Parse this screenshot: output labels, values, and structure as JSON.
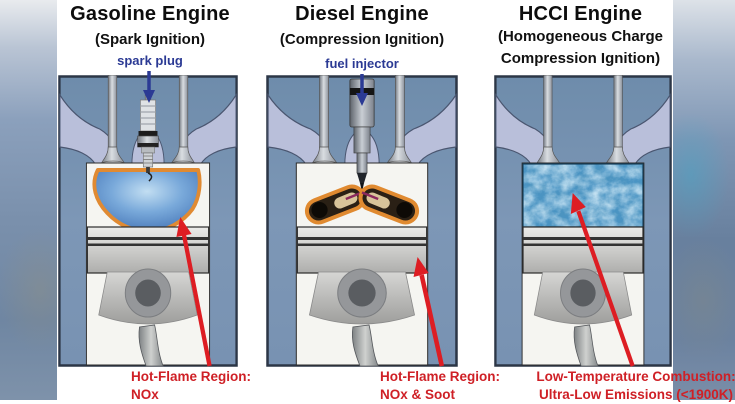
{
  "figure": {
    "description": "Comparison of combustion in three engine types"
  },
  "colors": {
    "annotation_red": "#dd1d23",
    "label_blue": "#2b3a94",
    "block_blue": "#7b96b5",
    "port_lavender": "#b9bfda",
    "flame_orange": "#e08a32",
    "hcci_cloud_blue": "#3e86b8"
  },
  "panels": [
    {
      "id": "gasoline",
      "title": "Gasoline Engine",
      "subtitle": "(Spark Ignition)",
      "device_label": "spark plug",
      "caption_line1": "Hot-Flame Region:",
      "caption_line2": "NOx"
    },
    {
      "id": "diesel",
      "title": "Diesel Engine",
      "subtitle": "(Compression Ignition)",
      "device_label": "fuel injector",
      "caption_line1": "Hot-Flame Region:",
      "caption_line2": "NOx & Soot"
    },
    {
      "id": "hcci",
      "title": "HCCI Engine",
      "subtitle": "(Homogeneous Charge Compression Ignition)",
      "device_label": "",
      "caption_line1": "Low-Temperature Combustion:",
      "caption_line2": "Ultra-Low Emissions (<1900K)"
    }
  ]
}
